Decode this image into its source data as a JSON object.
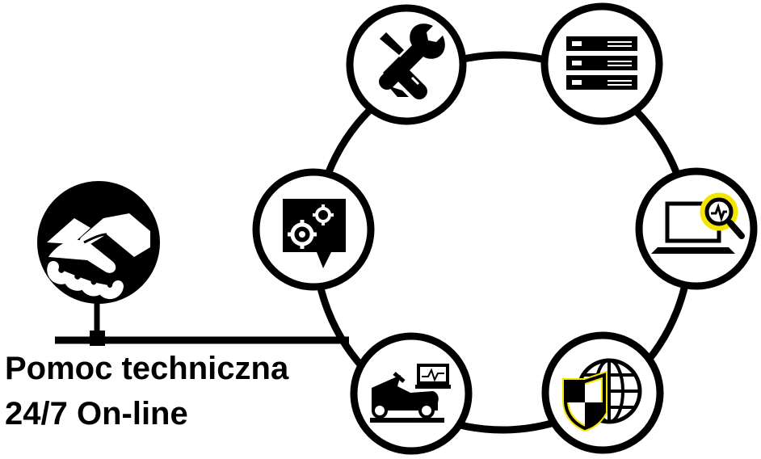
{
  "caption": {
    "line1": "Pomoc techniczna",
    "line2": "24/7 On-line"
  },
  "colors": {
    "stroke": "#000000",
    "background": "#ffffff",
    "highlight": "#f2e600"
  },
  "nodes": [
    {
      "name": "tools-node",
      "icon": "wrench-screwdriver-icon"
    },
    {
      "name": "server-node",
      "icon": "server-rack-icon"
    },
    {
      "name": "laptop-monitoring-node",
      "icon": "laptop-search-icon"
    },
    {
      "name": "security-globe-node",
      "icon": "shield-globe-icon"
    },
    {
      "name": "diagnostics-node",
      "icon": "car-diagnostics-icon"
    },
    {
      "name": "configuration-node",
      "icon": "gears-chat-icon"
    }
  ],
  "support": {
    "icon": "handshake-icon"
  }
}
